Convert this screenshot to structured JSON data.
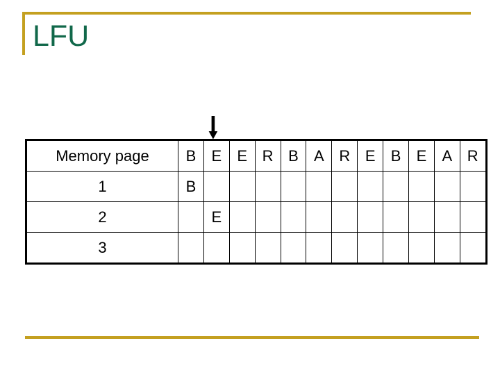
{
  "slide": {
    "title": "LFU",
    "title_color": "#11684A",
    "accent_color": "#C4A020"
  },
  "annotation": {
    "pointer_icon": "down-arrow-icon",
    "pointer_target_column_index": 1
  },
  "table": {
    "label_header": "Memory page",
    "reference_string": [
      "B",
      "E",
      "E",
      "R",
      "B",
      "A",
      "R",
      "E",
      "B",
      "E",
      "A",
      "R"
    ],
    "highlight_color": "#CC9BE0",
    "rows": [
      {
        "label": "1",
        "cells": [
          "B",
          "",
          "",
          "",
          "",
          "",
          "",
          "",
          "",
          "",
          "",
          ""
        ]
      },
      {
        "label": "2",
        "cells": [
          "",
          "E",
          "",
          "",
          "",
          "",
          "",
          "",
          "",
          "",
          "",
          ""
        ]
      },
      {
        "label": "3",
        "cells": [
          "",
          "",
          "",
          "",
          "",
          "",
          "",
          "",
          "",
          "",
          "",
          ""
        ]
      }
    ]
  }
}
